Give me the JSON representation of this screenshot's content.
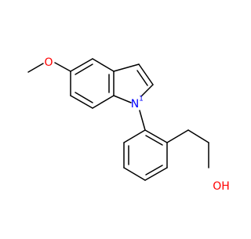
{
  "molecule": {
    "atom_labels": {
      "oxygen_methoxy": "O",
      "nitrogen_indole": "N",
      "nitrogen_locant": "1",
      "hydroxyl": "OH"
    }
  },
  "colors": {
    "bond": "#000000",
    "oxygen": "#ff0000",
    "nitrogen": "#0000ff",
    "background": "#ffffff"
  }
}
